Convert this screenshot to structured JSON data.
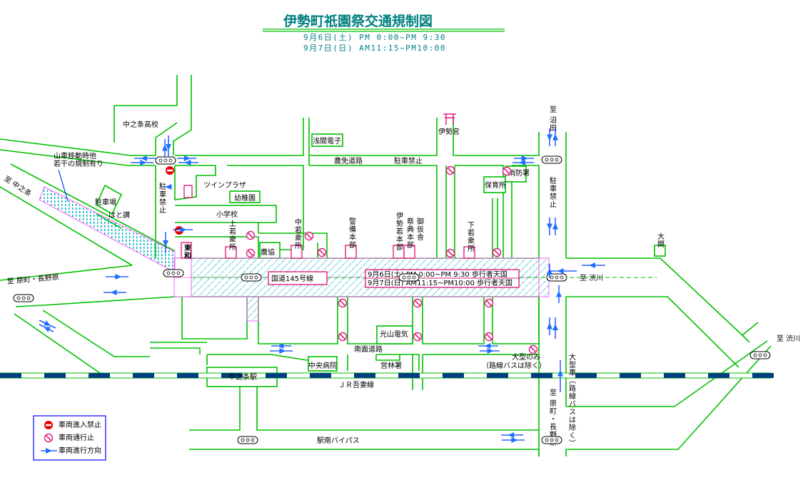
{
  "title": "伊勢町祇園祭交通規制図",
  "schedule": [
    "9月6日(土)  PM 0:00~PM 9:30",
    "9月7日(日)  AM11:15~PM10:00"
  ],
  "colors": {
    "title": "#008080",
    "road": "#00c000",
    "arrow": "#0040ff",
    "no_entry": "#e00000",
    "no_passage": "#e0207f",
    "pedestrian_zone_hatch": "#00b0c0",
    "rail": "#003f7f"
  },
  "labels": {
    "high_school": "中之条高校",
    "float_note_1": "山車移動時他",
    "float_note_2": "若干の規制有り",
    "to_nakanojo": "至 中之条",
    "parking": "駐車場",
    "hatoya": "はと讃",
    "no_parking_left": "駐車禁止",
    "twin_plaza": "ツインプラザ",
    "kindergarten": "幼稚園",
    "elementary": "小学校",
    "kami_waka": "上若衆所",
    "naka_waka": "中若衆所",
    "keibi": "警備本部",
    "ise_waka": "伊勢若本部",
    "saiten": "祭典本部",
    "okari": "御仮舎",
    "shimo_waka": "下若衆所",
    "towa": "東和",
    "nokyo": "農協",
    "route145": "国道145号線",
    "ped_zone_1": "9月6日(土)  PM 0:00~PM 9:30   歩行者天国",
    "ped_zone_2": "9月7日(日)  AM11:15~PM10:00   歩行者天国",
    "asama": "浅間電子",
    "ise_shrine": "伊勢宮",
    "nomen_road": "農免道路",
    "no_parking_top": "駐車禁止",
    "fire_station": "消防署",
    "nursery": "保育所",
    "to_numata": "至 沼田",
    "no_parking_right": "駐車禁止",
    "ozeki": "大関",
    "to_shibukawa_1": "至 渋川",
    "to_shibukawa_2": "至 渋川",
    "to_haramachi_left": "至 原町・長野原",
    "to_haramachi_right": "至 原町・長野原",
    "mitsuyama": "光山電気",
    "nanmen_road": "南面道路",
    "hospital": "中央病院",
    "eirinsho": "営林署",
    "large_only": "大型のみ",
    "except_bus": "（路線バスは除く）",
    "large_vehicle": "大型車（路線バスは除く）",
    "station": "中之条駅",
    "jr_line": "ＪＲ吾妻線",
    "bypass": "駅南バイパス"
  },
  "legend": [
    {
      "icon": "no-entry",
      "label": "車両進入禁止"
    },
    {
      "icon": "no-passage",
      "label": "車両通行止"
    },
    {
      "icon": "direction-arrow",
      "label": "車両進行方向"
    }
  ]
}
